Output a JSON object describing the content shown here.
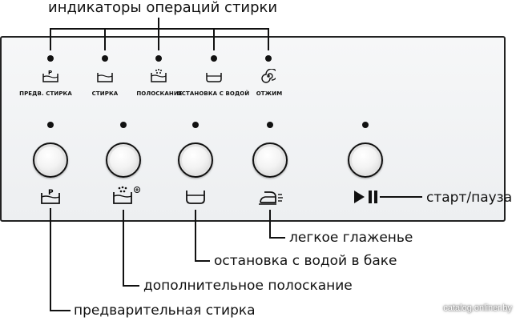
{
  "header": {
    "indicators_title": "индикаторы операций стирки"
  },
  "indicators": [
    {
      "label": "ПРЕДВ. СТИРКА",
      "icon": "tub-p-icon"
    },
    {
      "label": "СТИРКА",
      "icon": "tub-icon"
    },
    {
      "label": "ПОЛОСКАНИЕ",
      "icon": "tub-rinse-icon"
    },
    {
      "label": "ОСТАНОВКА С ВОДОЙ",
      "icon": "tub-water-icon"
    },
    {
      "label": "ОТЖИМ",
      "icon": "spin-icon"
    }
  ],
  "buttons": [
    {
      "icon": "tub-p-icon"
    },
    {
      "icon": "extra-rinse-icon"
    },
    {
      "icon": "tub-water-icon"
    },
    {
      "icon": "iron-icon"
    },
    {
      "icon": "play-pause-icon"
    }
  ],
  "callouts": {
    "start_pause": "старт/пауза",
    "easy_iron": "легкое глаженье",
    "rinse_hold": "остановка с водой в баке",
    "extra_rinse": "дополнительное полоскание",
    "prewash": "предварительная стирка"
  },
  "watermark": "catalog.onliner.by"
}
